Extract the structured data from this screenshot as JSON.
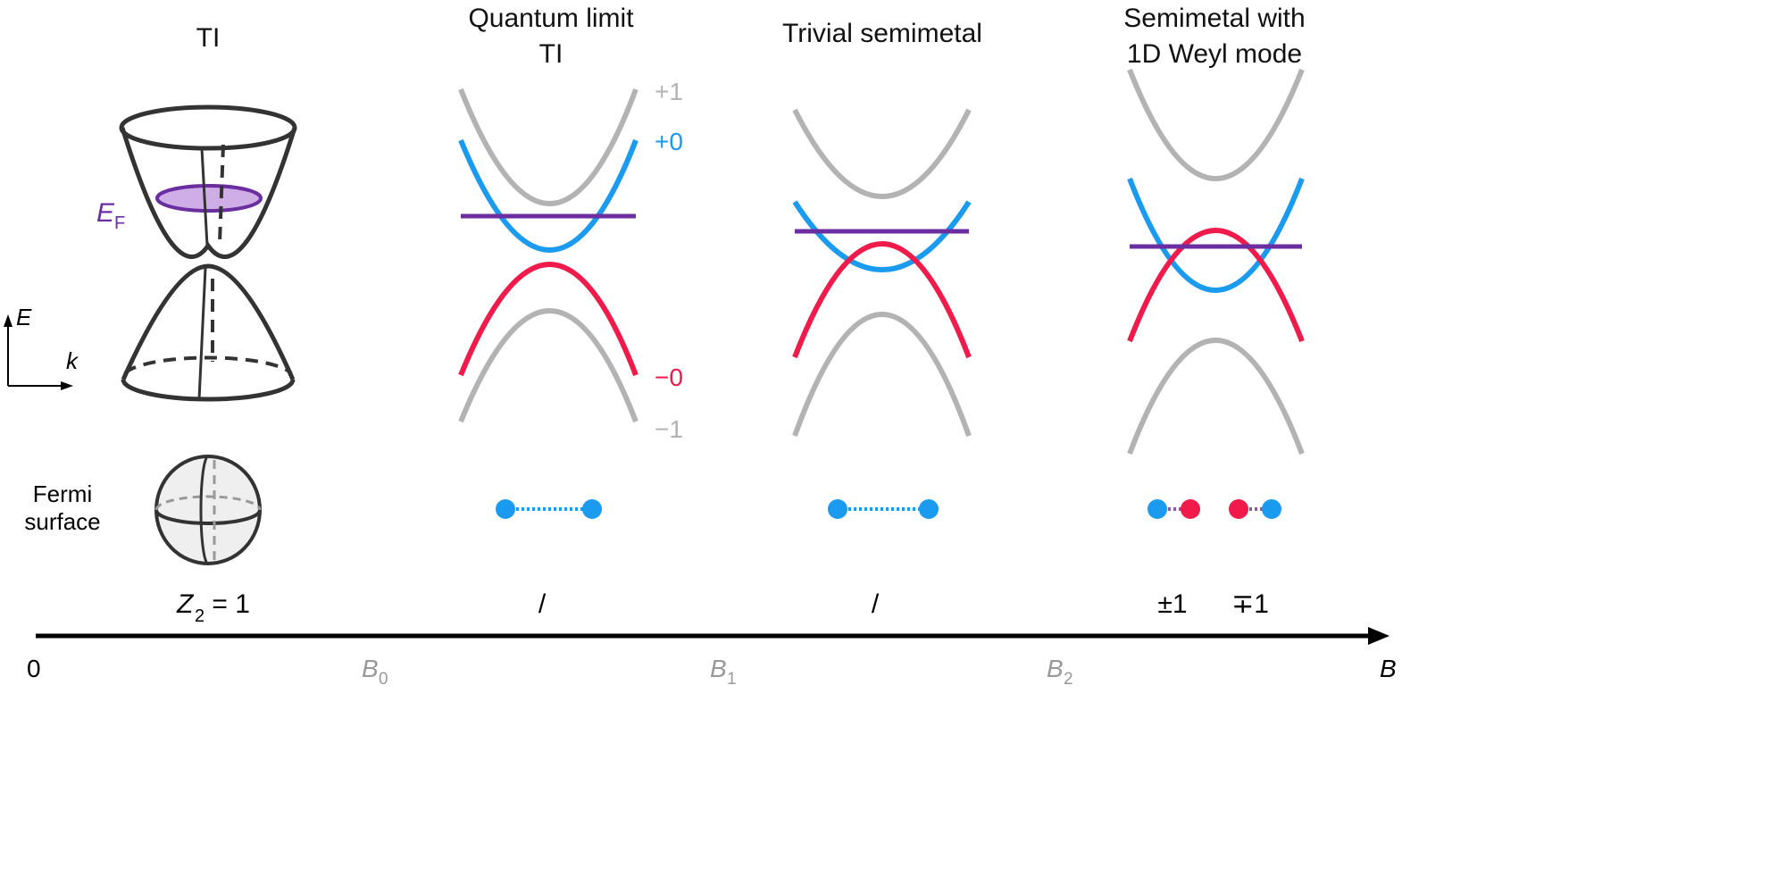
{
  "colors": {
    "gray": "#b3b3b3",
    "blue": "#1a9bf0",
    "red": "#f01a4b",
    "purple": "#6b2ea0",
    "purple_fill": "#cfaee8",
    "dark": "#333333"
  },
  "panels": [
    {
      "title_lines": [
        "TI"
      ],
      "invariant": "Z",
      "invariant_sub": "2",
      "invariant_rest": " = 1",
      "fermi_level_label": "E",
      "fermi_level_sub": "F"
    },
    {
      "title_lines": [
        "Quantum limit",
        "TI"
      ],
      "invariant": "/",
      "band_labels": [
        "+1",
        "+0",
        "−0",
        "−1"
      ]
    },
    {
      "title_lines": [
        "Trivial semimetal"
      ],
      "invariant": "/"
    },
    {
      "title_lines": [
        "Semimetal with",
        "1D Weyl mode"
      ],
      "invariants": [
        "±1",
        "∓1"
      ]
    }
  ],
  "axes_inset": {
    "vertical": "E",
    "horizontal": "k"
  },
  "fermi_surface_label": [
    "Fermi",
    "surface"
  ],
  "field_axis": {
    "ticks": [
      {
        "main": "0",
        "sub": ""
      },
      {
        "main": "B",
        "sub": "0"
      },
      {
        "main": "B",
        "sub": "1"
      },
      {
        "main": "B",
        "sub": "2"
      },
      {
        "main": "B",
        "sub": ""
      }
    ]
  }
}
